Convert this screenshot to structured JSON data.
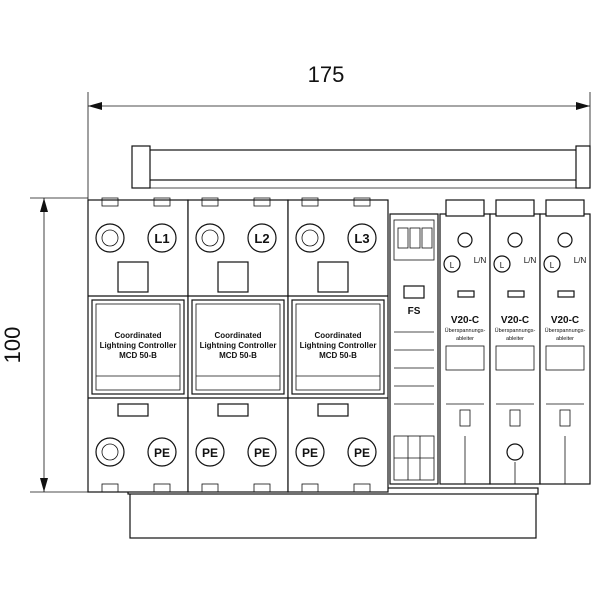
{
  "dimensions": {
    "width_label": "175",
    "height_label": "100"
  },
  "main_modules": {
    "top_terminals": [
      "L1",
      "L2",
      "L3"
    ],
    "bottom_terminals": [
      "PE",
      "PE",
      "PE",
      "PE"
    ],
    "label_line1": "Coordinated",
    "label_line2": "Lightning Controller",
    "label_line3": "MCD 50-B"
  },
  "fs_module": {
    "label": "FS"
  },
  "v20_modules": {
    "terminal_l": "L",
    "terminal_ln": "L/N",
    "title": "V20-C",
    "sub_line1": "Überspannungs-",
    "sub_line2": "ableiter"
  }
}
